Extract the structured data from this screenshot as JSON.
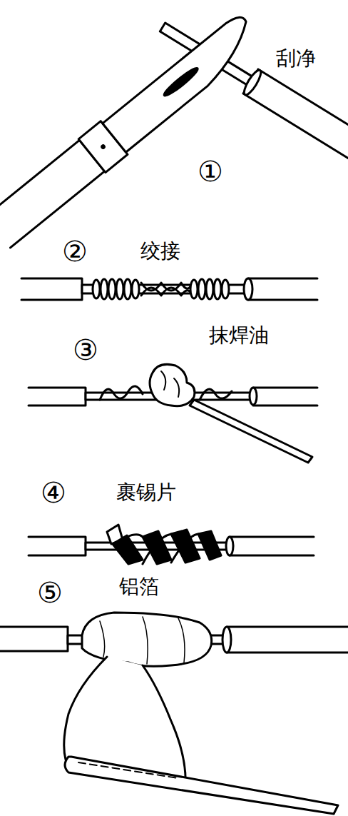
{
  "diagram": {
    "labels": [
      "刮净",
      "①",
      "②",
      "绞接",
      "③",
      "抹焊油",
      "④",
      "裹锡片",
      "⑤",
      "铝箔"
    ]
  }
}
